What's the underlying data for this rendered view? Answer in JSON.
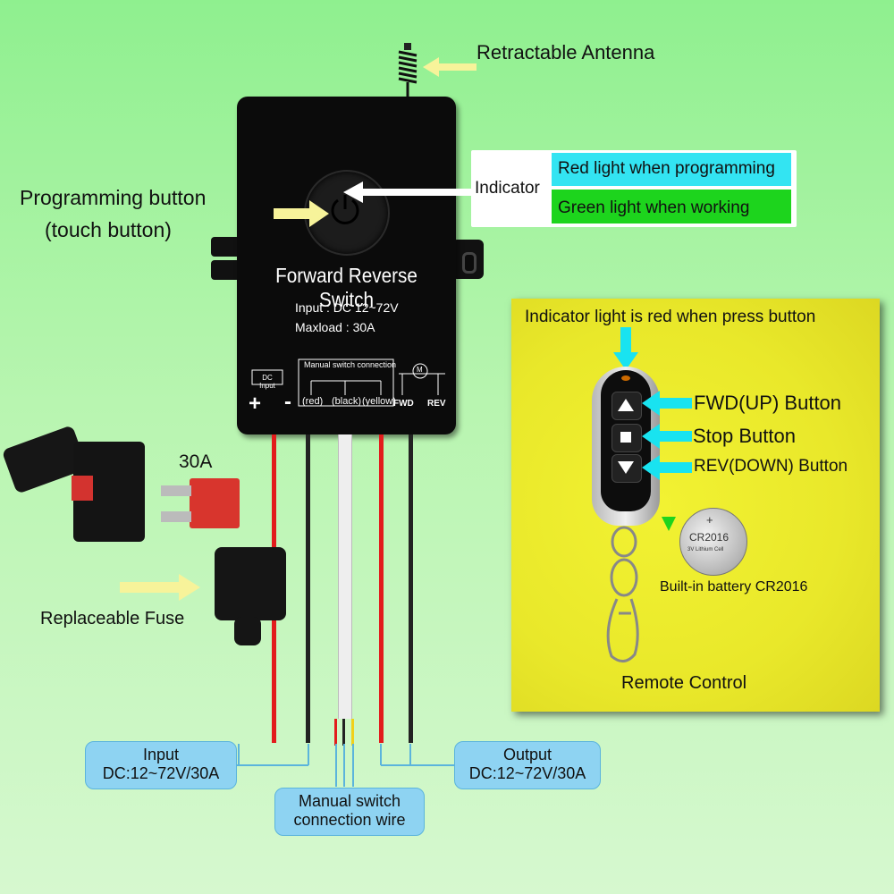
{
  "labels": {
    "antenna": "Retractable Antenna",
    "programming_line1": "Programming button",
    "programming_line2": "(touch button)",
    "indicator": "Indicator",
    "indicator_red": "Red light when programming",
    "indicator_green": "Green light when working",
    "fuse_rating": "30A",
    "replaceable_fuse": "Replaceable Fuse",
    "remote_indicator": "Indicator light is red when press button",
    "fwd_button": "FWD(UP) Button",
    "stop_button": "Stop Button",
    "rev_button": "REV(DOWN) Button",
    "battery": "Built-in battery CR2016",
    "remote_control": "Remote Control"
  },
  "device": {
    "title": "Forward Reverse Switch",
    "input": "Input : DC 12~72V",
    "maxload": "Maxload : 30A",
    "dc_input": "DC Input",
    "manual_conn": "Manual switch connection",
    "red": "(red)",
    "black": "(black)",
    "yellow": "(yellow)",
    "fwd": "FWD",
    "rev": "REV",
    "motor": "M",
    "plus": "+",
    "minus": "-"
  },
  "battery_cell": {
    "plus": "+",
    "name": "CR2016",
    "sub": "3V Lithium Cell"
  },
  "bubbles": {
    "input_line1": "Input",
    "input_line2": "DC:12~72V/30A",
    "manual_line1": "Manual switch",
    "manual_line2": "connection wire",
    "output_line1": "Output",
    "output_line2": "DC:12~72V/30A"
  },
  "colors": {
    "background": "#a8f3a3",
    "indicator_red_bg": "#33e4f2",
    "indicator_green_bg": "#1dd41d",
    "panel_yellow": "#eceb2c",
    "bubble_blue": "#8ed3f2",
    "arrow_yellow": "#f7f39a",
    "arrow_cyan": "#19e3f0"
  }
}
